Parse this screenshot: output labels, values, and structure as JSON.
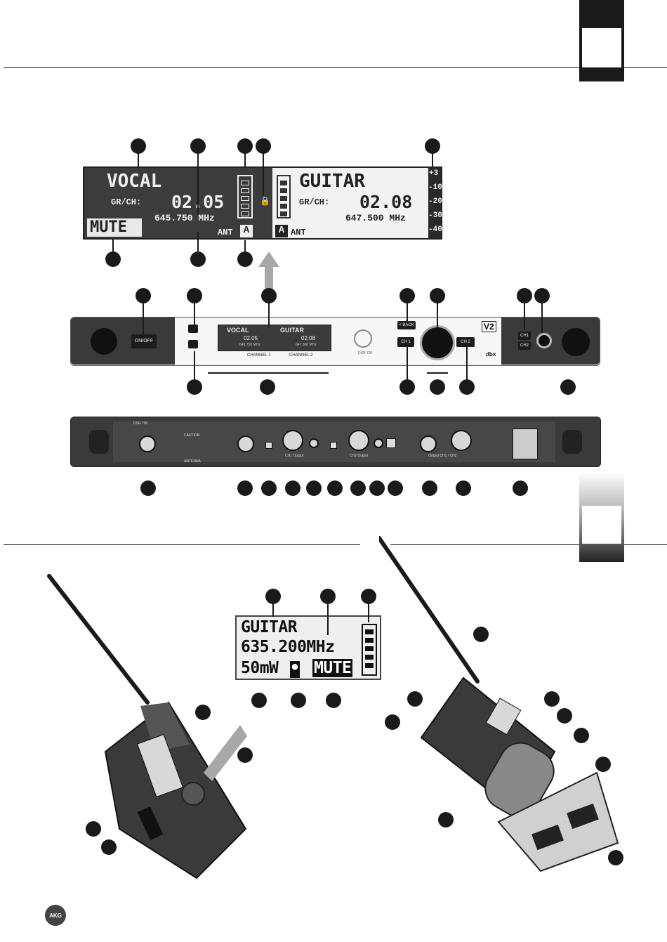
{
  "receiver_lcd": {
    "ch1_name": "VOCAL",
    "ch1_grch_label": "GR/CH:",
    "ch1_grch_value": "02.05",
    "ch1_freq": "645.750 MHz",
    "ch1_mute": "MUTE",
    "ch1_ant_label": "ANT",
    "ch1_ant_value": "A",
    "ch2_name": "GUITAR",
    "ch2_grch_label": "GR/CH:",
    "ch2_grch_value": "02.08",
    "ch2_freq": "647.500 MHz",
    "ch2_ant_value": "A",
    "ch2_ant_label": "ANT",
    "meter_scale": [
      "+3",
      "-10",
      "-20",
      "-30",
      "-40"
    ]
  },
  "rack_front": {
    "power_label": "ON/OFF",
    "mini_ch1_name": "VOCAL",
    "mini_ch1_grch": "02.05",
    "mini_ch1_freq": "645.750 MHz",
    "mini_ch2_name": "GUITAR",
    "mini_ch2_grch": "02.08",
    "mini_ch2_freq": "647.500 MHz",
    "channel1_label": "CHANNEL 1",
    "channel2_label": "CHANNEL 2",
    "model_label": "DSR 700",
    "back_label": "< BACK",
    "ch1_button": "CH 1",
    "ch2_button": "CH 2",
    "v2_badge": "V2",
    "brand": "dbx",
    "phones_ch1": "CH1",
    "phones_ch2": "CH2"
  },
  "rack_back": {
    "model_label": "DSR 700",
    "antenna_label": "ANTENNA",
    "caution_label": "CAUTION",
    "output_label_1": "CH1 Output",
    "output_label_2": "CH2 Output",
    "output_label_3": "Output CH1 / CH2"
  },
  "bodypack_lcd": {
    "name": "GUITAR",
    "freq": "635.200MHz",
    "power": "50mW",
    "lock_icon": "key-icon",
    "mute": "MUTE"
  },
  "brand_logo": "AKG"
}
